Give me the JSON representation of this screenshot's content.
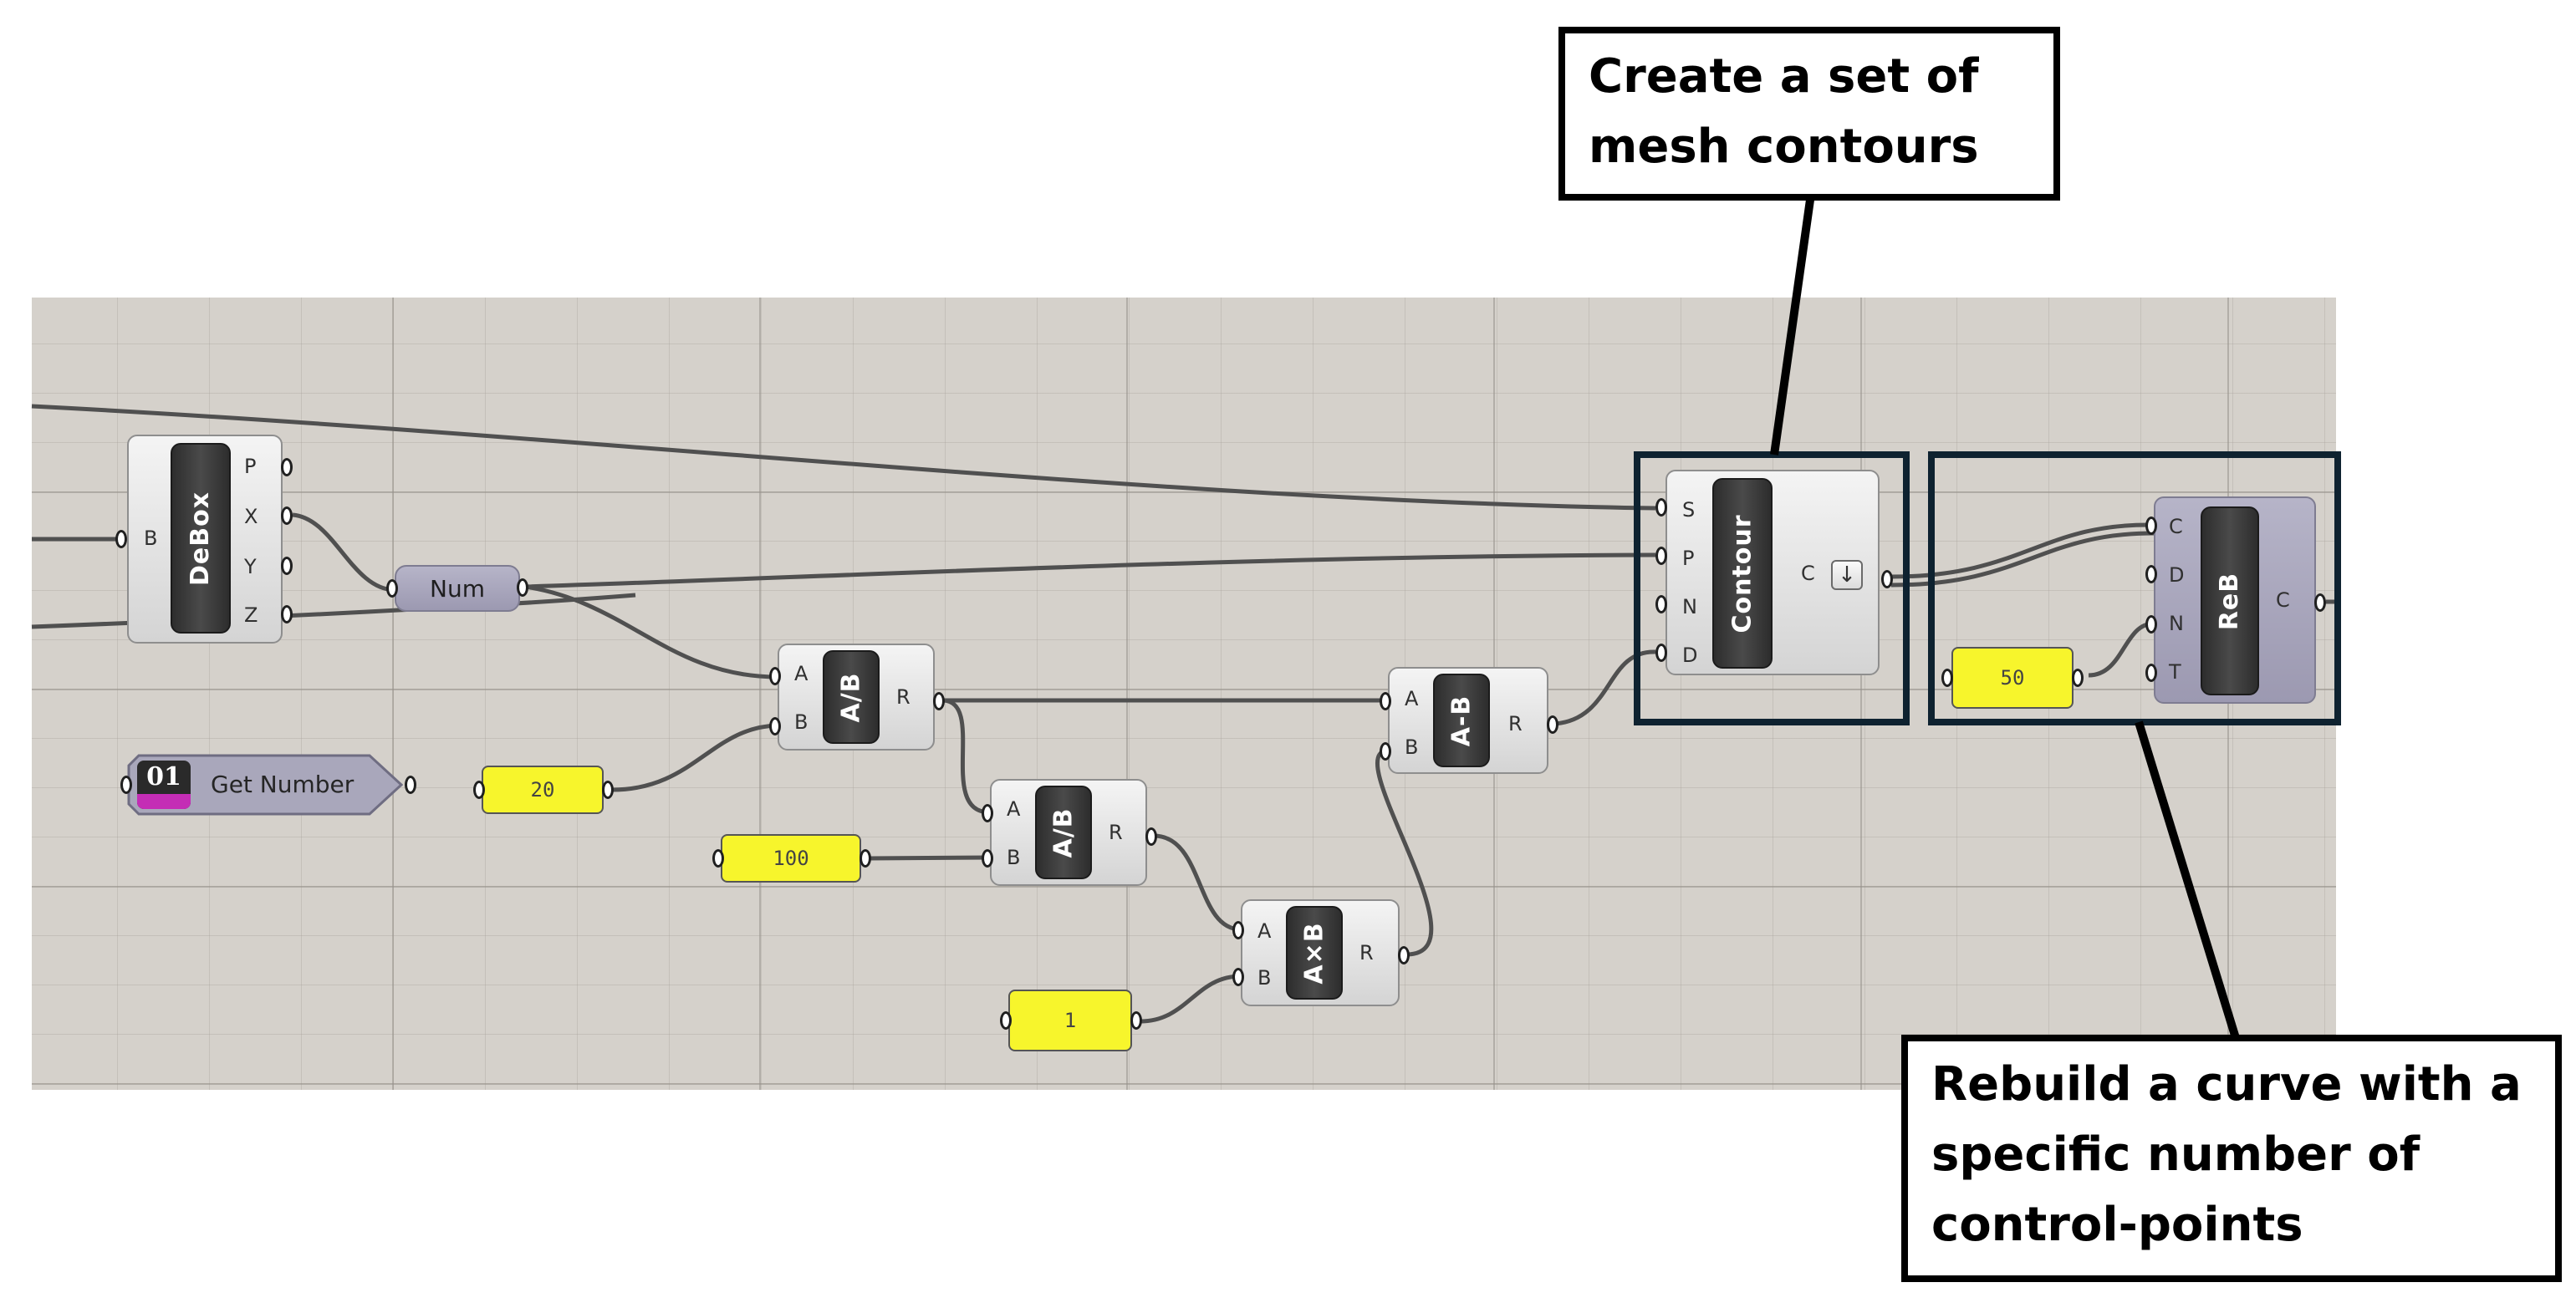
{
  "annotations": {
    "contour_note": [
      "Create a set of",
      "mesh contours"
    ],
    "rebuild_note": [
      "Rebuild a curve with a",
      "specific number of",
      "control-points"
    ]
  },
  "components": {
    "debox": {
      "name": "DeBox",
      "input": "B",
      "outputs": [
        "P",
        "X",
        "Y",
        "Z"
      ]
    },
    "num": {
      "name": "Num"
    },
    "get_number": {
      "name": "Get Number",
      "icon_text": "01"
    },
    "div1": {
      "name": "A/B",
      "inputs": [
        "A",
        "B"
      ],
      "output": "R"
    },
    "div2": {
      "name": "A/B",
      "inputs": [
        "A",
        "B"
      ],
      "output": "R"
    },
    "mult": {
      "name": "A×B",
      "inputs": [
        "A",
        "B"
      ],
      "output": "R"
    },
    "sub": {
      "name": "A-B",
      "inputs": [
        "A",
        "B"
      ],
      "output": "R"
    },
    "contour": {
      "name": "Contour",
      "inputs": [
        "S",
        "P",
        "N",
        "D"
      ],
      "output": "C",
      "flatten_icon": "down-arrow-icon"
    },
    "rebuild": {
      "name": "ReB",
      "inputs": [
        "C",
        "D",
        "N",
        "T"
      ],
      "output": "C"
    }
  },
  "panels": {
    "p20": "20",
    "p100": "100",
    "p1": "1",
    "p50": "50"
  },
  "colors": {
    "canvas": "#d5d1cb",
    "wire": "#505050",
    "panel": "#f7f52c",
    "highlight": "#0e2230"
  }
}
